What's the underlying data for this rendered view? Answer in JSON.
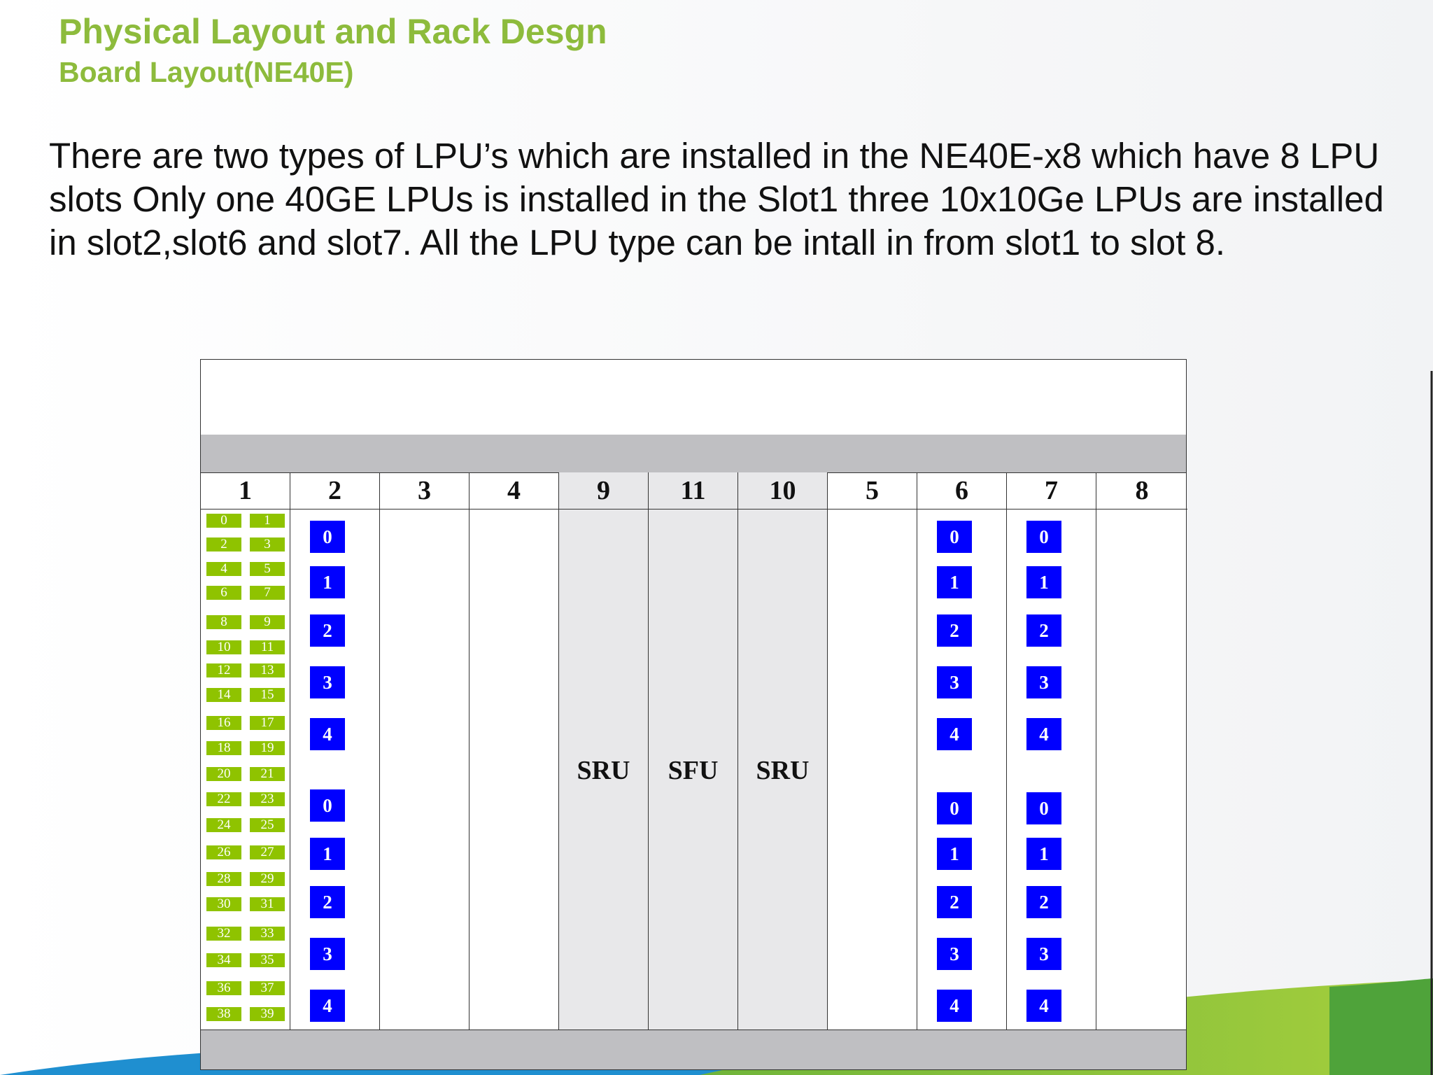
{
  "header": {
    "title": "Physical Layout and Rack Desgn",
    "subtitle": "Board Layout(NE40E)"
  },
  "description": "There are two types of LPU’s which are installed in the NE40E-x8 which have 8 LPU slots Only one 40GE LPUs is installed in the Slot1 three 10x10Ge LPUs are installed in slot2,slot6 and slot7. All the LPU type can be intall in from slot1 to slot 8.",
  "chassis": {
    "slots": [
      {
        "label": "1",
        "unit": ""
      },
      {
        "label": "2",
        "unit": ""
      },
      {
        "label": "3",
        "unit": ""
      },
      {
        "label": "4",
        "unit": ""
      },
      {
        "label": "9",
        "unit": "SRU"
      },
      {
        "label": "11",
        "unit": "SFU"
      },
      {
        "label": "10",
        "unit": "SRU"
      },
      {
        "label": "5",
        "unit": ""
      },
      {
        "label": "6",
        "unit": ""
      },
      {
        "label": "7",
        "unit": ""
      },
      {
        "label": "8",
        "unit": ""
      }
    ],
    "ge_ports_slot1": [
      "0",
      "1",
      "2",
      "3",
      "4",
      "5",
      "6",
      "7",
      "8",
      "9",
      "10",
      "11",
      "12",
      "13",
      "14",
      "15",
      "16",
      "17",
      "18",
      "19",
      "20",
      "21",
      "22",
      "23",
      "24",
      "25",
      "26",
      "27",
      "28",
      "29",
      "30",
      "31",
      "32",
      "33",
      "34",
      "35",
      "36",
      "37",
      "38",
      "39"
    ],
    "tenge_ports": [
      "0",
      "1",
      "2",
      "3",
      "4",
      "0",
      "1",
      "2",
      "3",
      "4"
    ]
  },
  "colors": {
    "title_green": "#8dbb3c",
    "ge_port": "#8fc300",
    "tenge_port": "#0000ff",
    "band_gray": "#bfbfc2"
  }
}
